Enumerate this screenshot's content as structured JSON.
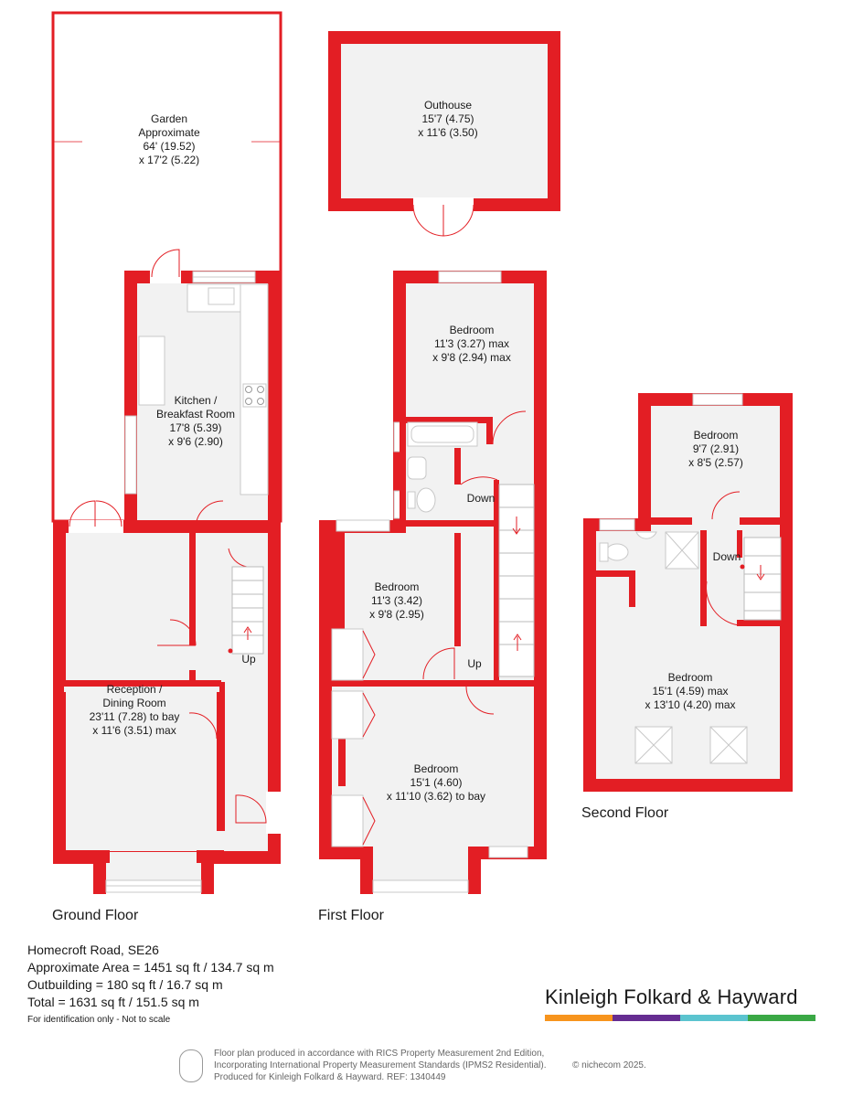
{
  "rooms": {
    "garden": {
      "name": "Garden",
      "l2": "Approximate",
      "l3": "64' (19.52)",
      "l4": "x 17'2 (5.22)"
    },
    "outhouse": {
      "name": "Outhouse",
      "l2": "15'7 (4.75)",
      "l3": "x 11'6 (3.50)"
    },
    "kitchen": {
      "name": "Kitchen /",
      "l2": "Breakfast Room",
      "l3": "17'8 (5.39)",
      "l4": "x 9'6 (2.90)"
    },
    "reception": {
      "name": "Reception /",
      "l2": "Dining Room",
      "l3": "23'11 (7.28) to bay",
      "l4": "x 11'6 (3.51) max"
    },
    "ff_bed_rear": {
      "name": "Bedroom",
      "l2": "11'3 (3.27) max",
      "l3": "x 9'8 (2.94) max"
    },
    "ff_bed_mid": {
      "name": "Bedroom",
      "l2": "11'3 (3.42)",
      "l3": "x 9'8 (2.95)"
    },
    "ff_bed_front": {
      "name": "Bedroom",
      "l2": "15'1 (4.60)",
      "l3": "x 11'10 (3.62) to bay"
    },
    "sf_bed_small": {
      "name": "Bedroom",
      "l2": "9'7 (2.91)",
      "l3": "x 8'5 (2.57)"
    },
    "sf_bed_large": {
      "name": "Bedroom",
      "l2": "15'1 (4.59) max",
      "l3": "x 13'10 (4.20) max"
    }
  },
  "stairs": {
    "gf_up": "Up",
    "ff_down": "Down",
    "ff_up": "Up",
    "sf_down": "Down"
  },
  "floors": {
    "ground": "Ground Floor",
    "first": "First Floor",
    "second": "Second Floor"
  },
  "info": {
    "address": "Homecroft Road, SE26",
    "area": "Approximate Area = 1451 sq ft / 134.7 sq m",
    "outbuilding": "Outbuilding = 180 sq ft / 16.7 sq m",
    "total": "Total = 1631 sq ft / 151.5 sq m",
    "disclaimer": "For identification only - Not to scale"
  },
  "brand": {
    "name": "Kinleigh Folkard & Hayward",
    "colors": [
      "#f7941d",
      "#662d91",
      "#5bc4cf",
      "#3aa845"
    ]
  },
  "footer": {
    "line1": "Floor plan produced in accordance with RICS Property Measurement 2nd Edition,",
    "line2": "Incorporating International Property Measurement Standards (IPMS2 Residential).",
    "line3": "Produced for Kinleigh Folkard & Hayward.   REF: 1340449",
    "copyright": "© nichecom 2025."
  },
  "colors": {
    "wall": "#e31e24",
    "floor": "#f2f2f2"
  }
}
